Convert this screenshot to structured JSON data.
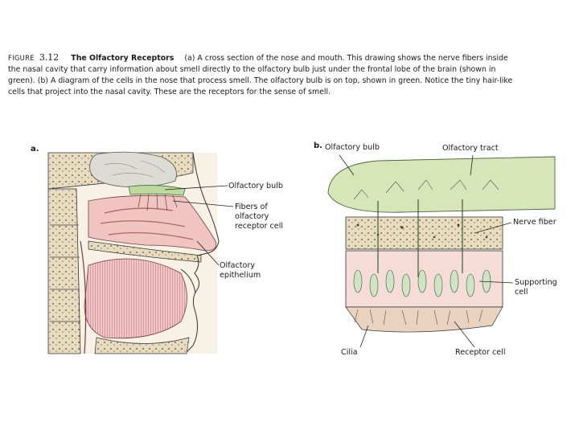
{
  "caption": {
    "figure_word": "FIGURE",
    "figure_number": "3.12",
    "title": "The Olfactory Receptors",
    "text": "(a) A cross section of the nose and mouth. This drawing shows the nerve fibers inside the nasal cavity that carry information about smell directly to the olfactory bulb just under the frontal lobe of the brain (shown in green). (b) A diagram of the cells in the nose that process smell. The olfactory bulb is on top, shown in green. Notice the tiny hair-like cells that project into the nasal cavity. These are the receptors for the sense of smell."
  },
  "panel_a": {
    "letter": "a.",
    "labels": {
      "olfactory_bulb": "Olfactory bulb",
      "fibers_line1": "Fibers of",
      "fibers_line2": "olfactory",
      "fibers_line3": "receptor cell",
      "epithelium_line1": "Olfactory",
      "epithelium_line2": "epithelium"
    }
  },
  "panel_b": {
    "letter": "b.",
    "labels": {
      "olfactory_bulb": "Olfactory bulb",
      "olfactory_tract": "Olfactory tract",
      "nerve_fiber": "Nerve fiber",
      "supporting_line1": "Supporting",
      "supporting_line2": "cell",
      "cilia": "Cilia",
      "receptor_cell": "Receptor cell"
    }
  },
  "colors": {
    "bulb_green": "#d6e6b8",
    "tissue_pink": "#f0c4c0",
    "bone_tan": "#e8dcc0",
    "brain_grey": "#dcdcd4",
    "cell_green": "#cfe3c6"
  }
}
